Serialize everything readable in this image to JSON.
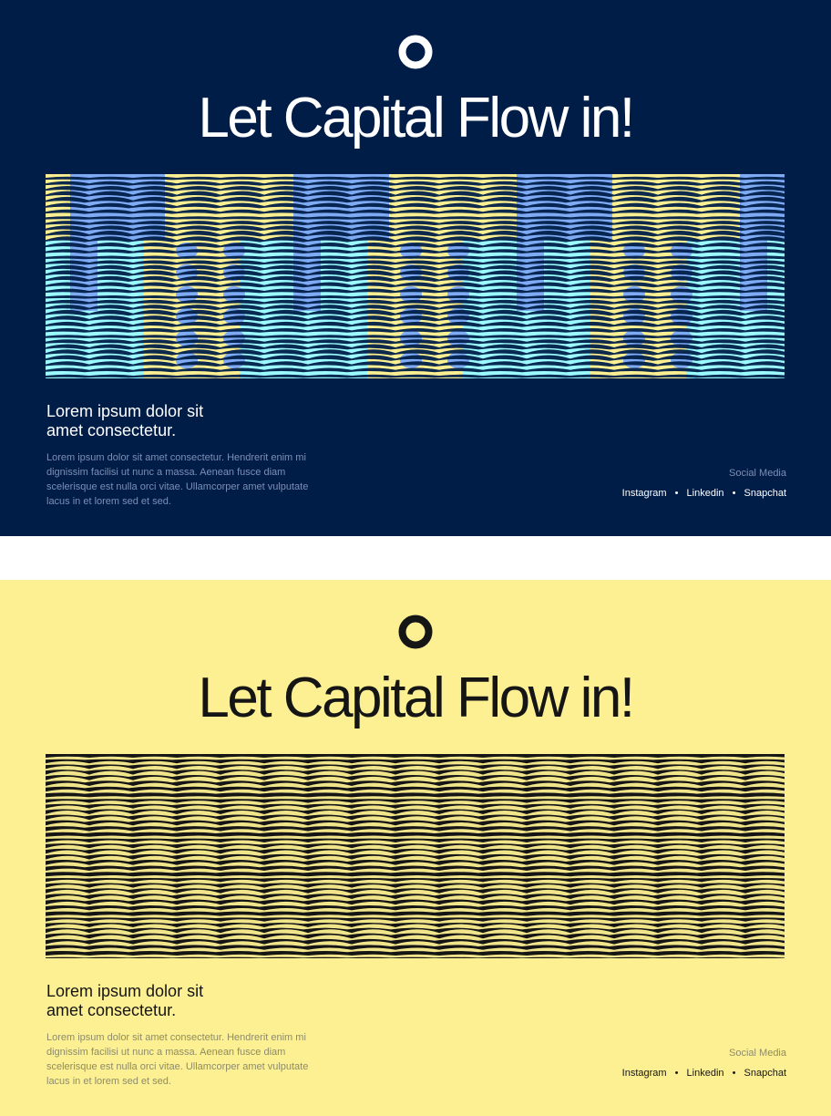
{
  "posters": [
    {
      "theme": "dark",
      "headline": "Let Capital Flow in!",
      "subhead_line1": "Lorem ipsum dolor sit",
      "subhead_line2": "amet consectetur.",
      "body": "Lorem ipsum dolor sit amet consectetur. Hendrerit enim mi dignissim facilisi ut nunc a massa. Aenean fusce diam scelerisque est nulla orci vitae. Ullamcorper amet vulputate lacus in et lorem sed et sed.",
      "social_title": "Social Media",
      "social_links": [
        "Instagram",
        "Linkedin",
        "Snapchat"
      ],
      "separator": "•",
      "colors": {
        "background": "#001d48",
        "logo": "#ffffff",
        "art_yellow": "#fdf092",
        "art_blue": "#7fabf5",
        "art_cyan": "#9cfbff",
        "art_wave": "#001d48"
      },
      "logo_icon": "ring-logo-icon"
    },
    {
      "theme": "light",
      "headline": "Let Capital Flow in!",
      "subhead_line1": "Lorem ipsum dolor sit",
      "subhead_line2": "amet consectetur.",
      "body": "Lorem ipsum dolor sit amet consectetur. Hendrerit enim mi dignissim facilisi ut nunc a massa. Aenean fusce diam scelerisque est nulla orci vitae. Ullamcorper amet vulputate lacus in et lorem sed et sed.",
      "social_title": "Social Media",
      "social_links": [
        "Instagram",
        "Linkedin",
        "Snapchat"
      ],
      "separator": "•",
      "colors": {
        "background": "#fdf092",
        "logo": "#151515",
        "art_yellow": "#151515",
        "art_blue": "#151515",
        "art_cyan": "#151515",
        "art_wave": "#fdf092"
      },
      "logo_icon": "ring-logo-icon"
    }
  ]
}
